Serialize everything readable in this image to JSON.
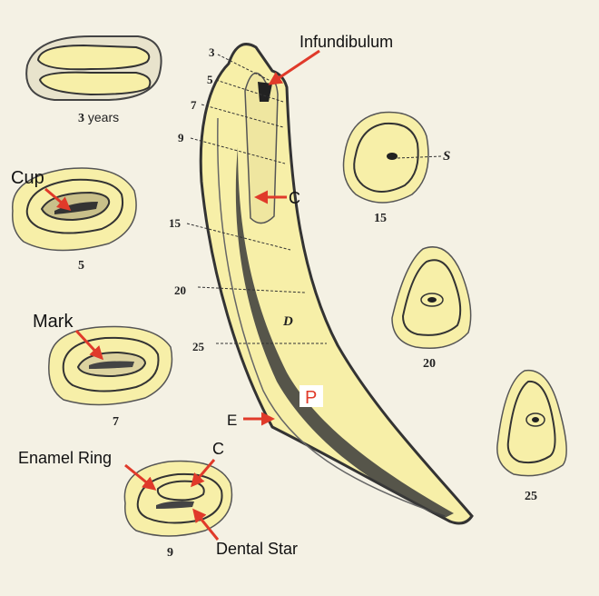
{
  "labels": {
    "infundibulum": "Infundibulum",
    "cup": "Cup",
    "mark": "Mark",
    "enamel_ring": "Enamel Ring",
    "c_top": "C",
    "c_bottom": "C",
    "dental_star": "Dental Star",
    "e": "E",
    "p": "P",
    "d": "D",
    "s": "S"
  },
  "age_marks": {
    "three_number": "3",
    "three_unit": " years",
    "five": "5",
    "seven": "7",
    "nine": "9",
    "fifteen": "15",
    "twenty": "20",
    "twenty_five": "25"
  },
  "tooth_levels": {
    "l3": "3",
    "l5": "5",
    "l7": "7",
    "l9": "9",
    "l15": "15",
    "l20": "20",
    "l25": "25"
  },
  "colors": {
    "background": "#f4f1e4",
    "tooth_fill": "#f7efa8",
    "outline": "#333333",
    "arrow": "#e03a2a",
    "dentin_dark": "#3a3a3a"
  }
}
